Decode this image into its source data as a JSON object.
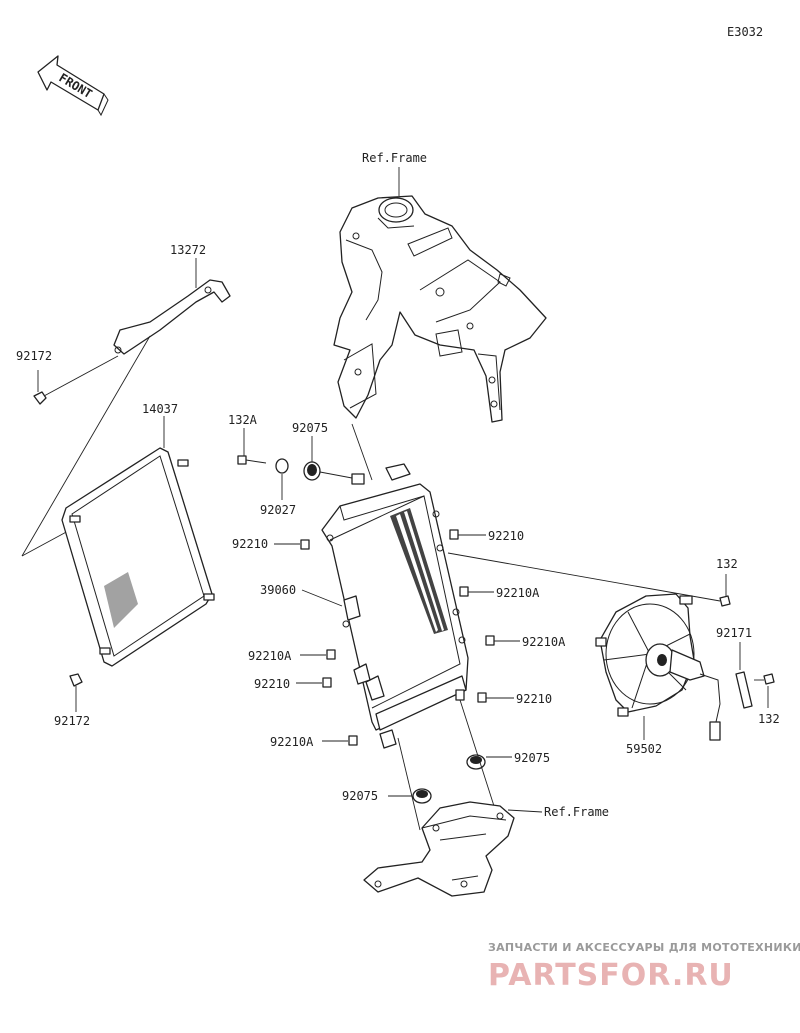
{
  "diagram_code": "E3032",
  "front_label": "FRONT",
  "labels": {
    "ref_frame_top": "Ref.Frame",
    "ref_frame_bottom": "Ref.Frame",
    "p13272": "13272",
    "p92172_top": "92172",
    "p14037": "14037",
    "p92172_bottom": "92172",
    "p132A": "132A",
    "p92075_top": "92075",
    "p92027": "92027",
    "p92210_l1": "92210",
    "p39060": "39060",
    "p92210A_l1": "92210A",
    "p92210_l2": "92210",
    "p92210A_l2": "92210A",
    "p92210_r1": "92210",
    "p92210A_r1": "92210A",
    "p92210A_r2": "92210A",
    "p92210_r2": "92210",
    "p92075_right": "92075",
    "p92075_left": "92075",
    "p132_top": "132",
    "p92171": "92171",
    "p132_bottom": "132",
    "p59502": "59502"
  },
  "watermark": {
    "line1": "ЗАПЧАСТИ И АКСЕССУАРЫ ДЛЯ МОТОТЕХНИКИ",
    "logo": "PARTSFOR.RU"
  }
}
